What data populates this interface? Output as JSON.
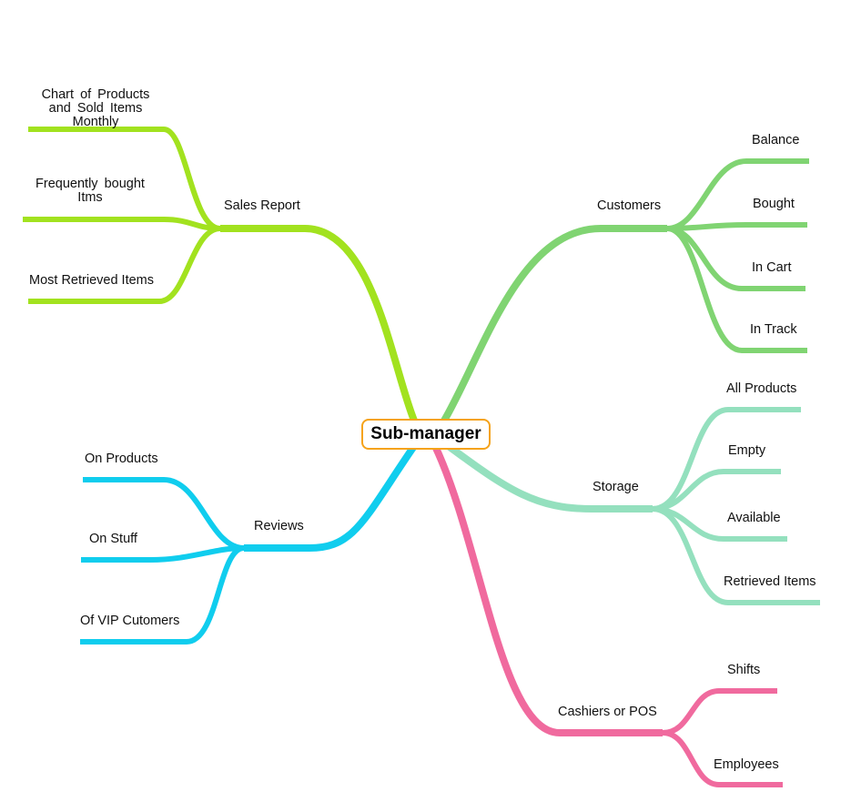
{
  "center": "Sub-manager",
  "colors": {
    "sales": "#a2e21f",
    "customers": "#80d472",
    "storage": "#94e0be",
    "reviews": "#10cdee",
    "cashiers": "#f06a9e",
    "center_border": "#f5a31a"
  },
  "branches": {
    "sales_report": {
      "label": "Sales Report",
      "children": [
        "Chart  of  Products and  Sold  Items Monthly",
        "Frequently  bought Itms",
        "Most Retrieved Items"
      ]
    },
    "customers": {
      "label": "Customers",
      "children": [
        "Balance",
        "Bought",
        "In Cart",
        "In Track"
      ]
    },
    "storage": {
      "label": "Storage",
      "children": [
        "All Products",
        "Empty",
        "Available",
        "Retrieved Items"
      ]
    },
    "reviews": {
      "label": "Reviews",
      "children": [
        "On Products",
        "On Stuff",
        "Of VIP Cutomers"
      ]
    },
    "cashiers": {
      "label": "Cashiers or POS",
      "children": [
        "Shifts",
        "Employees"
      ]
    }
  }
}
